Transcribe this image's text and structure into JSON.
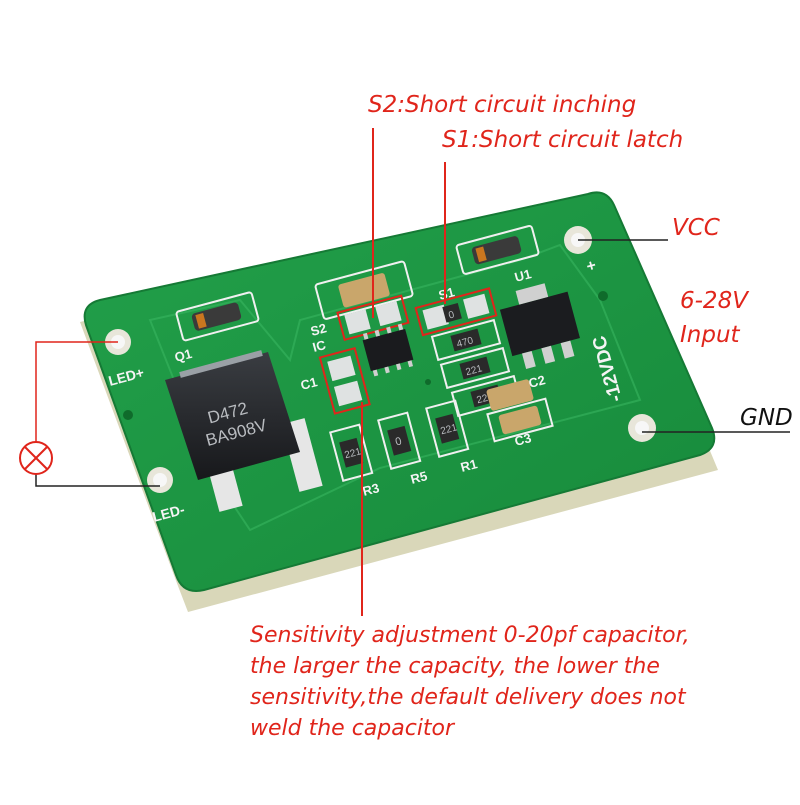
{
  "annotations": {
    "s2": "S2:Short circuit inching",
    "s1": "S1:Short circuit latch",
    "vcc": "VCC",
    "input_line1": "6-28V",
    "input_line2": "Input",
    "gnd": "GND",
    "sensitivity": [
      "Sensitivity adjustment 0-20pf capacitor,",
      "the larger the capacity, the lower the",
      "sensitivity,the default delivery does not",
      "weld the capacitor"
    ]
  },
  "board": {
    "led_plus": "LED+",
    "led_minus": "LED-",
    "voltage_silk": "-12VDC",
    "plus_mark": "+",
    "components": {
      "q1": "Q1",
      "s2": "S2",
      "ic": "IC",
      "c1": "C1",
      "s1": "S1",
      "u1": "U1",
      "c2": "C2",
      "c3": "C3",
      "r1": "R1",
      "r3": "R3",
      "r5": "R5"
    },
    "mosfet_line1": "D472",
    "mosfet_line2": "BA908V",
    "resistor_codes": {
      "r3": "221",
      "r5": "0",
      "r1": "221",
      "s1": "0",
      "mid1": "470",
      "mid2": "221",
      "mid3": "221"
    }
  },
  "colors": {
    "annotation_red": "#e0251b",
    "pcb_green": "#1e9a44",
    "pcb_edge": "#d8d6b8"
  },
  "icons": {
    "load_lamp": "lamp-symbol-icon"
  }
}
